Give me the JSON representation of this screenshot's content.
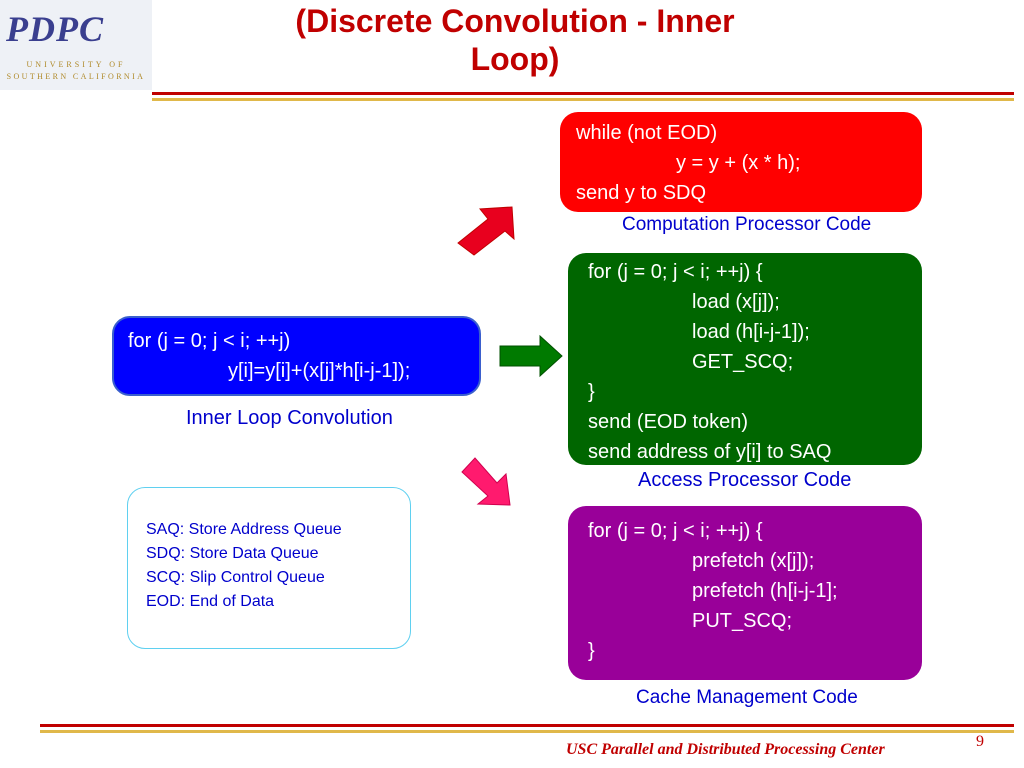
{
  "logo": {
    "text": "PDPC",
    "subtitle_line1": "UNIVERSITY OF",
    "subtitle_line2": "SOUTHERN CALIFORNIA"
  },
  "title": {
    "line1": "(Discrete Convolution - Inner",
    "line2": "Loop)"
  },
  "computation_box": {
    "lines": [
      "while (not EOD)",
      "y = y + (x * h);",
      "send y to SDQ"
    ],
    "caption": "Computation Processor Code"
  },
  "access_box": {
    "lines": [
      "for (j = 0; j < i; ++j) {",
      "load (x[j]);",
      "load (h[i-j-1]);",
      "GET_SCQ;",
      "}",
      "send (EOD token)",
      "send address of y[i] to SAQ"
    ],
    "caption": "Access Processor Code"
  },
  "cache_box": {
    "lines": [
      "for (j = 0; j < i; ++j) {",
      "prefetch (x[j]);",
      "prefetch (h[i-j-1];",
      "PUT_SCQ;",
      "}"
    ],
    "caption": "Cache Management  Code"
  },
  "inner_loop_box": {
    "lines": [
      "for (j = 0; j < i; ++j)",
      "y[i]=y[i]+(x[j]*h[i-j-1]);"
    ],
    "caption": "Inner Loop Convolution"
  },
  "legend": {
    "items": [
      "SAQ: Store Address Queue",
      "SDQ: Store Data Queue",
      "SCQ: Slip Control Queue",
      "EOD: End of Data"
    ]
  },
  "footer": {
    "text": "USC Parallel and Distributed Processing Center",
    "page_number": "9"
  },
  "colors": {
    "title": "#c00000",
    "computation": "#ff0000",
    "access": "#006600",
    "cache": "#990099",
    "inner_loop": "#0000ff",
    "caption": "#0000cc",
    "arrow_up": "#e8001e",
    "arrow_right": "#007a00",
    "arrow_down": "#ff1a6e"
  }
}
